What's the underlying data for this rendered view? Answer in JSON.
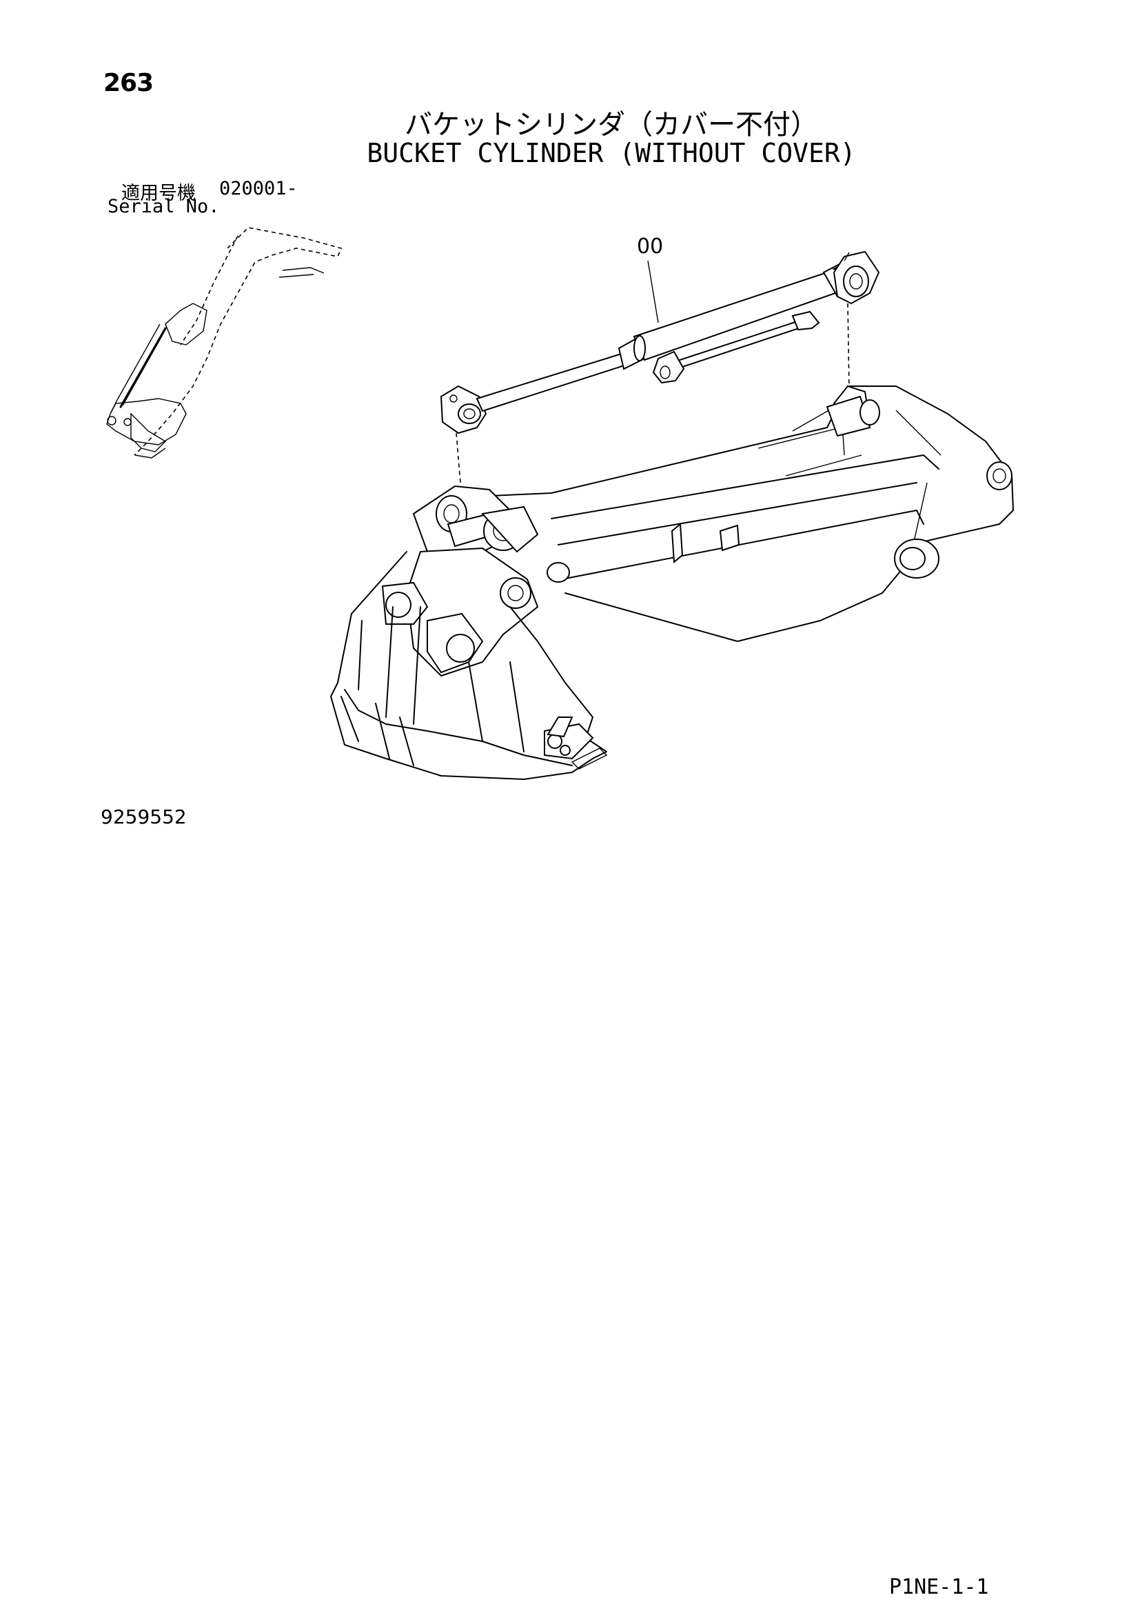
{
  "page": {
    "page_number": "263",
    "title_jp": "バケットシリンダ（カバー不付）",
    "title_en": "BUCKET CYLINDER (WITHOUT COVER)",
    "serial_label_jp": "適用号機",
    "serial_value": "020001-",
    "serial_label_en": "Serial No.",
    "part_callout": "00",
    "drawing_number": "9259552",
    "page_code": "P1NE-1-1"
  }
}
